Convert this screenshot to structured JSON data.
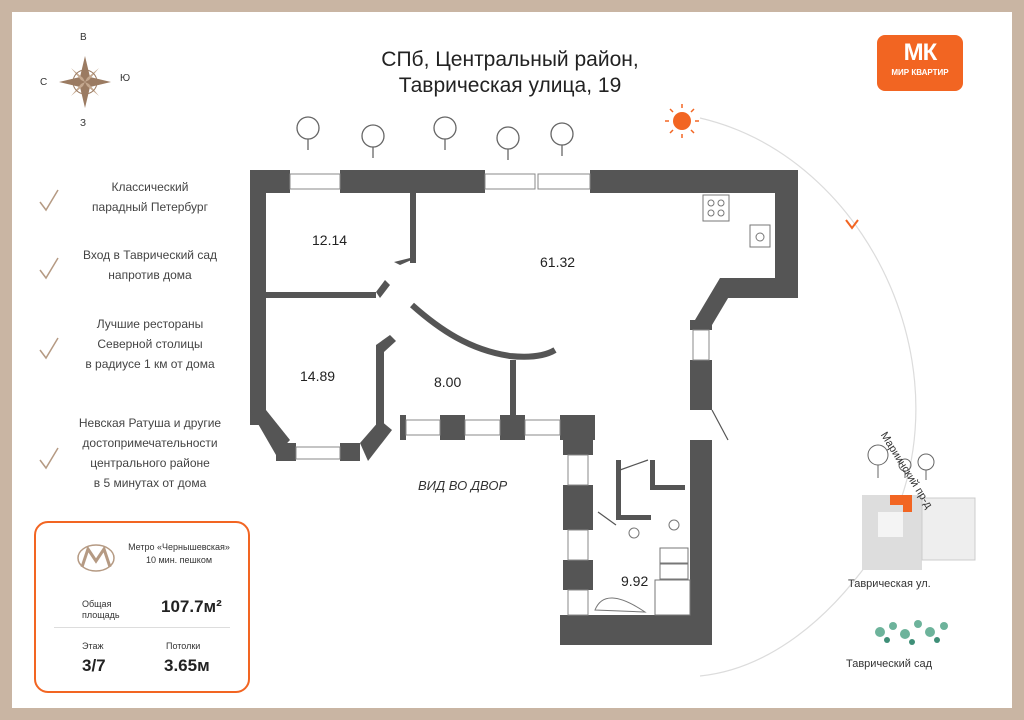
{
  "header": {
    "title_line1": "СПб, Центральный район,",
    "title_line2": "Таврическая улица, 19"
  },
  "logo": {
    "mark": "МК",
    "text": "МИР КВАРТИР",
    "color": "#f26522"
  },
  "compass": {
    "north": "В",
    "south": "З",
    "west": "С",
    "east": "Ю"
  },
  "features": [
    {
      "line1": "Классический",
      "line2": "парадный Петербург"
    },
    {
      "line1": "Вход в Таврический сад",
      "line2": "напротив дома"
    },
    {
      "line1": "Лучшие рестораны",
      "line2": "Северной столицы",
      "line3": "в радиусе 1 км от дома"
    },
    {
      "line1": "Невская Ратуша и другие",
      "line2": "достопримечательности",
      "line3": "центрального районе",
      "line4": "в 5 минутах от дома"
    }
  ],
  "info_card": {
    "metro_line1": "Метро «Чернышевская»",
    "metro_line2": "10 мин. пешком",
    "area_label_line1": "Общая",
    "area_label_line2": "площадь",
    "area_value": "107.7м²",
    "floor_label": "Этаж",
    "floor_value": "3/7",
    "ceiling_label": "Потолки",
    "ceiling_value": "3.65м"
  },
  "rooms": {
    "room_a": "12.14",
    "room_b": "61.32",
    "room_c": "14.89",
    "room_d": "8.00",
    "room_e": "9.92"
  },
  "plan_caption": "ВИД ВО ДВОР",
  "map": {
    "street_1": "Мариинский пр-д",
    "street_2": "Таврическая ул.",
    "garden": "Таврический сад"
  },
  "colors": {
    "accent": "#f26522",
    "wall": "#555555",
    "frame": "#c9b5a3"
  }
}
